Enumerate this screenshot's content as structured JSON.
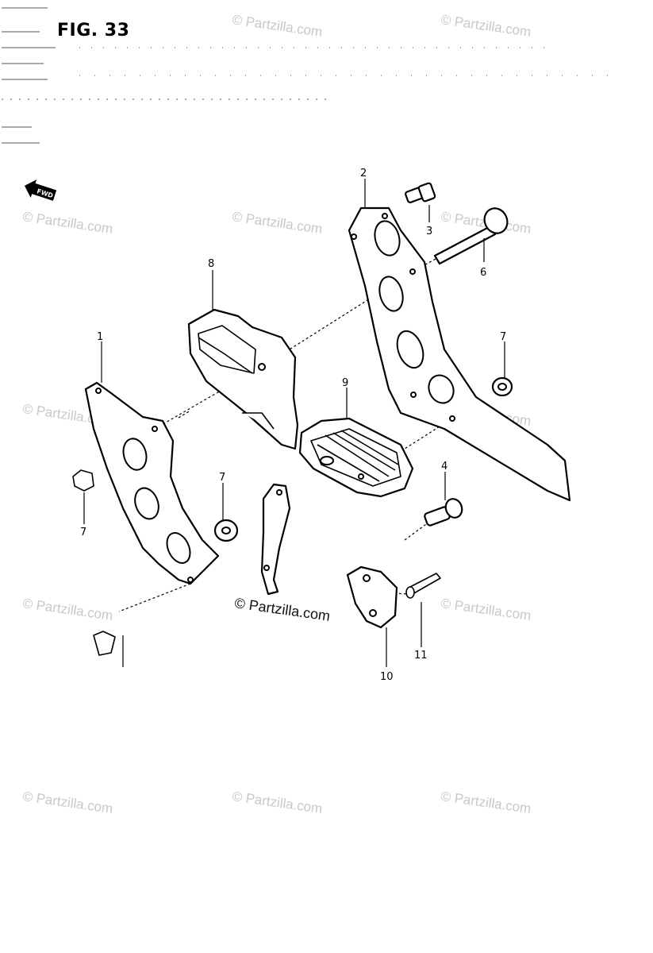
{
  "figure": {
    "title": "FIG. 33",
    "direction_label": "FWD"
  },
  "watermark": {
    "text": "© Partzilla.com"
  },
  "callouts": {
    "p1": "1",
    "p2": "2",
    "p3": "3",
    "p4": "4",
    "p6": "6",
    "p7a": "7",
    "p7b": "7",
    "p7c": "7",
    "p8": "8",
    "p9": "9",
    "p10": "10",
    "p11": "11"
  }
}
